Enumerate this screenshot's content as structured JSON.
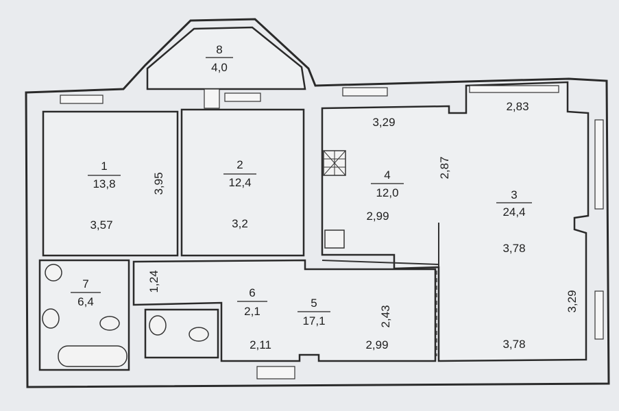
{
  "rooms": {
    "r1": {
      "number": "1",
      "area": "13,8"
    },
    "r2": {
      "number": "2",
      "area": "12,4"
    },
    "r3": {
      "number": "3",
      "area": "24,4"
    },
    "r4": {
      "number": "4",
      "area": "12,0"
    },
    "r5": {
      "number": "5",
      "area": "17,1"
    },
    "r6": {
      "number": "6",
      "area": "2,1"
    },
    "r7": {
      "number": "7",
      "area": "6,4"
    },
    "r8": {
      "number": "8",
      "area": "4,0"
    }
  },
  "dimensions": {
    "r1_width": "3,57",
    "r1_length": "3,95",
    "r2_width": "3,2",
    "r4_top": "3,29",
    "r4_height": "2,87",
    "r4_width": "2,99",
    "r3_top": "2,83",
    "r3_middle": "3,78",
    "r3_bottom": "3,78",
    "r3_side": "3,29",
    "r5_height": "2,43",
    "r5_width": "2,99",
    "r5_left": "2,11",
    "hall_width": "1,24"
  }
}
